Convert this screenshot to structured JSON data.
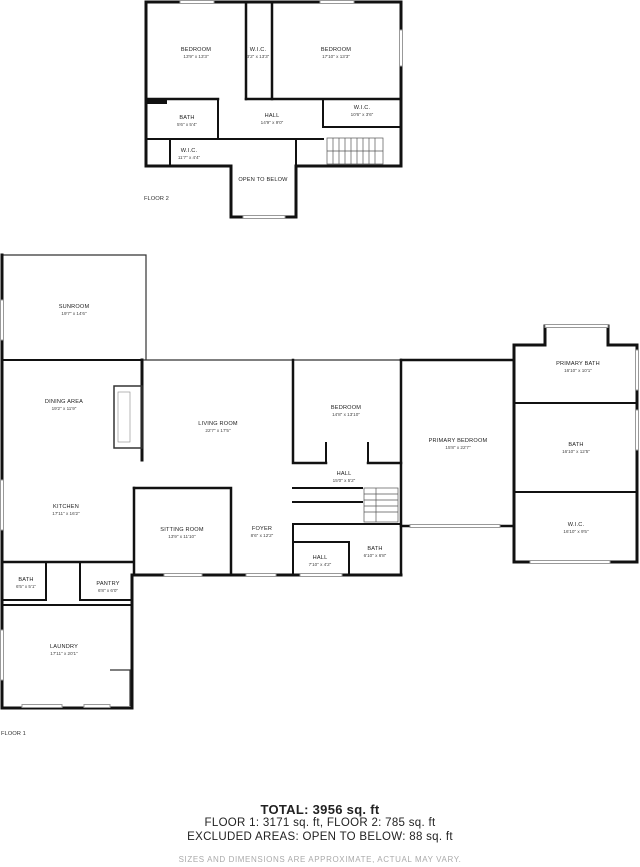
{
  "floor2": {
    "label": "FLOOR 2",
    "rooms": [
      {
        "name": "BEDROOM",
        "dims": "13'9\" x 13'3\""
      },
      {
        "name": "W.I.C.",
        "dims": "3'2\" x 13'3\""
      },
      {
        "name": "BEDROOM",
        "dims": "17'10\" x 13'3\""
      },
      {
        "name": "BATH",
        "dims": "5'6\" x 5'4\""
      },
      {
        "name": "HALL",
        "dims": "14'9\" x 9'0\""
      },
      {
        "name": "W.I.C.",
        "dims": "10'6\" x 3'6\""
      },
      {
        "name": "W.I.C.",
        "dims": "11'7\" x 4'4\""
      },
      {
        "name": "OPEN TO BELOW",
        "dims": ""
      }
    ]
  },
  "floor1": {
    "label": "FLOOR 1",
    "rooms": [
      {
        "name": "SUNROOM",
        "dims": "19'7\" x 14'6\""
      },
      {
        "name": "DINING AREA",
        "dims": "19'2\" x 11'9\""
      },
      {
        "name": "LIVING ROOM",
        "dims": "22'7\" x 17'5\""
      },
      {
        "name": "BEDROOM",
        "dims": "14'8\" x 13'10\""
      },
      {
        "name": "PRIMARY BEDROOM",
        "dims": "15'8\" x 22'7\""
      },
      {
        "name": "PRIMARY BATH",
        "dims": "16'10\" x 10'1\""
      },
      {
        "name": "BATH",
        "dims": "16'10\" x 12'5\""
      },
      {
        "name": "W.I.C.",
        "dims": "16'10\" x 9'5\""
      },
      {
        "name": "HALL",
        "dims": "15'0\" x 5'2\""
      },
      {
        "name": "KITCHEN",
        "dims": "17'11\" x 16'2\""
      },
      {
        "name": "SITTING ROOM",
        "dims": "13'9\" x 11'10\""
      },
      {
        "name": "FOYER",
        "dims": "8'6\" x 12'2\""
      },
      {
        "name": "HALL",
        "dims": "7'10\" x 4'2\""
      },
      {
        "name": "BATH",
        "dims": "6'10\" x 6'8\""
      },
      {
        "name": "BATH",
        "dims": "6'5\" x 5'1\""
      },
      {
        "name": "PANTRY",
        "dims": "6'8\" x 6'0\""
      },
      {
        "name": "LAUNDRY",
        "dims": "17'11\" x 20'1\""
      }
    ]
  },
  "summary": {
    "total": "TOTAL: 3956 sq. ft",
    "floors": "FLOOR 1: 3171 sq. ft, FLOOR 2: 785 sq. ft",
    "excluded": "EXCLUDED AREAS: OPEN TO BELOW: 88 sq. ft",
    "disclaimer": "SIZES AND DIMENSIONS ARE APPROXIMATE, ACTUAL MAY VARY."
  }
}
